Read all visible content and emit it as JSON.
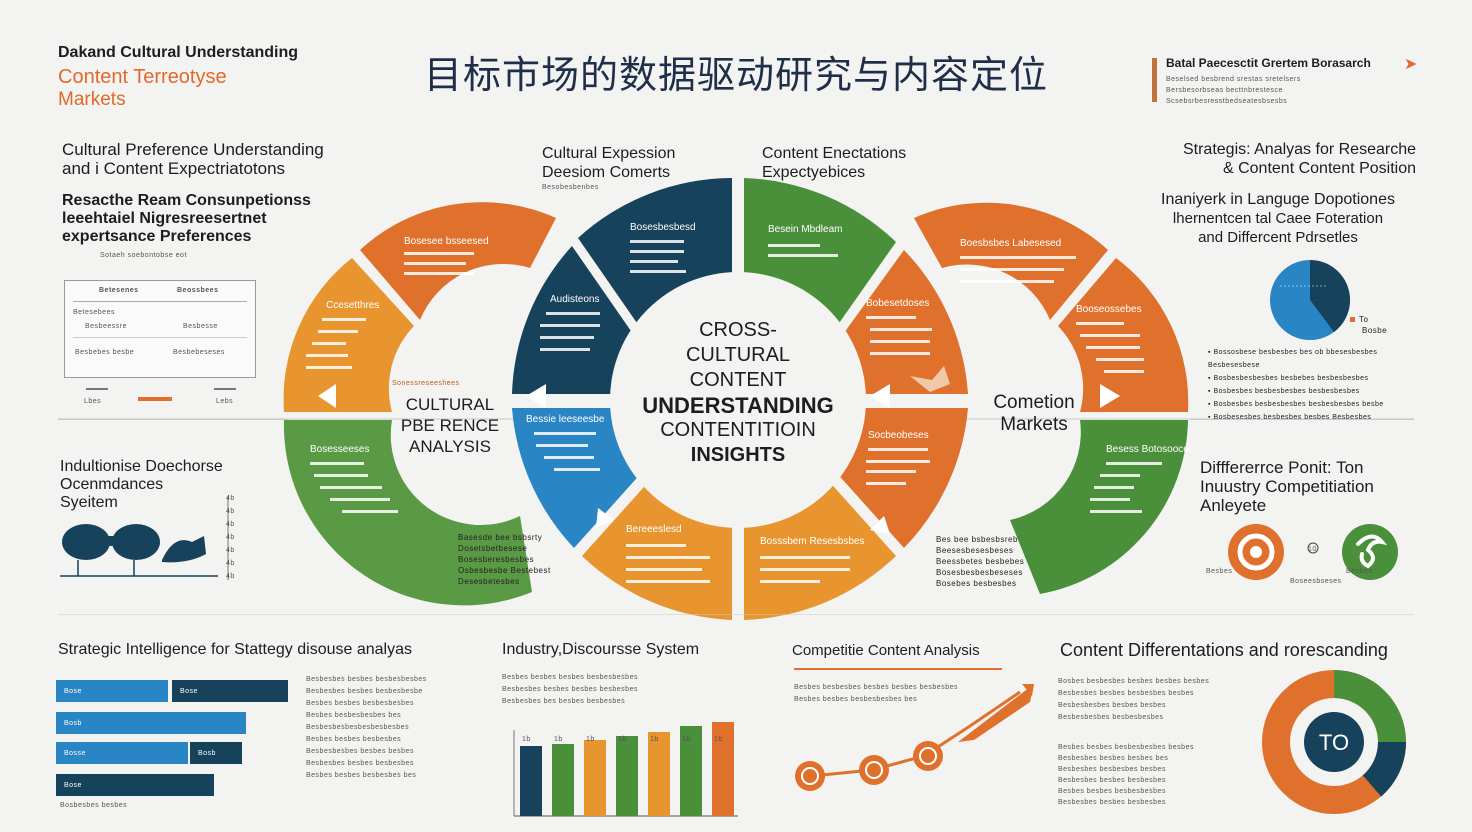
{
  "header": {
    "topleft_line1": "Dakand Cultural Understanding",
    "topleft_line2": "Content Terreotyse",
    "topleft_line3": "Markets",
    "main_title": "目标市场的数据驱动研究与内容定位",
    "topright_title": "Batal Paecesctit Grertem Borasarch",
    "topright_lines": [
      "Beselsed besbrend srestas sretelsers",
      "Bersbesorbseas becttnbrestesce",
      "Scsebsrbesresstbedseatesbsesbs"
    ]
  },
  "left_panel": {
    "heading": [
      "Cultural Preference Understanding",
      "and i Content Expectriatotons"
    ],
    "subheading": [
      "Resacthe Ream Consunpetionss",
      "leeehtaiel Nigresreesertnet",
      "expertsance Preferences"
    ],
    "table_caption": "Sotaeh soebontobse eot",
    "table_headers": [
      "Betesenes",
      "Beossbees"
    ],
    "table_rows": [
      [
        "Betesebees",
        ""
      ],
      [
        "Besbeessre",
        "Besbesse"
      ],
      [
        "Besbebes besbe",
        "Besbebeseses"
      ]
    ],
    "bar_labels": [
      "Lbes",
      "Lebs"
    ],
    "lower_heading": [
      "Indultionise Doechorse",
      "Ocenmdances",
      "Syeitem"
    ],
    "y_ticks": [
      "4b",
      "4b",
      "4b",
      "4b",
      "4b",
      "4b",
      "4b"
    ]
  },
  "diagram": {
    "top_label_left": [
      "Cultural Expession",
      "Deesiom Comerts"
    ],
    "top_label_left_sub": "Besobesbenbes",
    "top_label_right": [
      "Content Enectations",
      "Expectyebices"
    ],
    "left_center": [
      "CULTURAL",
      "PBE RENCE",
      "ANALYSIS"
    ],
    "left_center_caption": "Sonessreseeshees",
    "center": [
      "CROSS-",
      "CULTURAL",
      "CONTENT",
      "UNDERSTANDING",
      "CONTENTITIOIN",
      "INSIGHTS"
    ],
    "right_center": [
      "Cometion",
      "Markets"
    ],
    "bottom_left_note": [
      "Basesde bee bsbsrty",
      "Dosetsbetbesese",
      "Bosesberesbesbes",
      "Osbesbesbe Bestebest",
      "Desesbetesbes"
    ],
    "bottom_right_note": [
      "Bes bee bsbesbsreb",
      "Beesesbesesbeses",
      "Beessbetes besbebes",
      "Bosesbesbesbeseses",
      "Bosebes besbesbes"
    ],
    "seg_labels": {
      "outer_left_top": "Bosesee bsseesed",
      "outer_left_mid": "Ccesetthres",
      "outer_left_bot": "Bosesseeses",
      "inner_top_left": "Bosesbesbesd",
      "inner_left_mid": "Audisteons",
      "inner_left_bot": "Bessie leeseesbe",
      "inner_bot_left": "Bereeeslesd",
      "inner_top_right": "Besein Mbdleam",
      "inner_right_mid": "Bobesetdoses",
      "inner_right_bot": "Socbeobeses",
      "inner_bot_right": "Bosssbem Resesbsbes",
      "outer_right_top": "Boesbsbes Labesesed",
      "outer_right_mid": "Booseossebes",
      "outer_right_bot": "Besess Botosoocel"
    }
  },
  "right_panel": {
    "heading": [
      "Strategis: Analyas for Researche",
      "& Content Content Position"
    ],
    "subheading": [
      "Inaniyerk in Languge Dopotiones",
      "lhernentcen tal Caee Foteration",
      "and Differcent Pdrsetles"
    ],
    "pie_legend": [
      "To",
      "Bosbe"
    ],
    "bullets": [
      "Bossosbese besbesbes bes ob bbesesbesbes Besbesesbese",
      "Bosbesbesbesbes besbebes besbesbesbes",
      "Bosbesbes besbesbesbes besbesbesbes",
      "Bosbesbes besbesbesbes besbesbesbes besbe",
      "Bosbesesbes besbesbes besbes Besbesbes"
    ],
    "lower_heading": [
      "Difffererrce Ponit: Ton",
      "Inuustry  Competitiation",
      "Anleyete"
    ],
    "icon_caption": [
      "Besbes",
      "Boseesbseses",
      "Besbes"
    ],
    "icon_number": "10"
  },
  "bottom": {
    "section1": {
      "title": "Strategic Intelligence for Stattegy disouse analyas",
      "bars": [
        "Bose",
        "Bose",
        "Bosb",
        "Bosse",
        "Bosb",
        "Bose"
      ],
      "caption": "Bosbesbes besbes",
      "text": [
        "Besbesbes besbes besbesbesbes",
        "Besbesbes besbes besbesbesbe",
        "Besbes besbes besbesbesbes",
        "Besbes besbesbesbes bes",
        "Besbesbesbesbesbesbesbes",
        "Besbes besbes besbesbes",
        "Besbesbesbes besbes besbes",
        "Besbesbes besbes besbesbes",
        "Besbes besbes besbesbes bes"
      ]
    },
    "section2": {
      "title": "Industry,Discoursse System",
      "text": [
        "Besbes besbes besbes besbesbesbes",
        "Besbesbes besbes besbes besbesbes",
        "Besbesbes bes besbes besbesbes"
      ],
      "chart_labels": [
        "1b",
        "1b",
        "1b",
        "1b",
        "1b",
        "1b",
        "1b"
      ]
    },
    "section3": {
      "title": "Competitie Content Analysis",
      "text": [
        "Besbes besbesbes besbes besbes besbesbes",
        "Besbes besbes besbesbesbes bes"
      ]
    },
    "section4": {
      "title": "Content  Differentations and rorescanding",
      "text1": [
        "Bosbes besbesbes besbes besbes besbes",
        "Besbesbes besbes besbesbes besbes",
        "Besbesbesbes besbes besbes",
        "Besbesbesbes besbesbesbes"
      ],
      "text2": [
        "Besbes besbes besbesbesbes besbes",
        "Besbesbes besbes besbes bes",
        "Besbesbes besbesbes besbes",
        "Besbesbes besbes besbesbes",
        "Besbes besbes besbesbesbes",
        "Besbesbes besbes besbesbes"
      ],
      "donut_label": "TO"
    }
  },
  "colors": {
    "navy": "#16425b",
    "blue": "#2a85c4",
    "green": "#4a8f3a",
    "green2": "#5a9a44",
    "orange": "#e0712d",
    "orange2": "#e8952f",
    "redorange": "#d95a2a"
  }
}
